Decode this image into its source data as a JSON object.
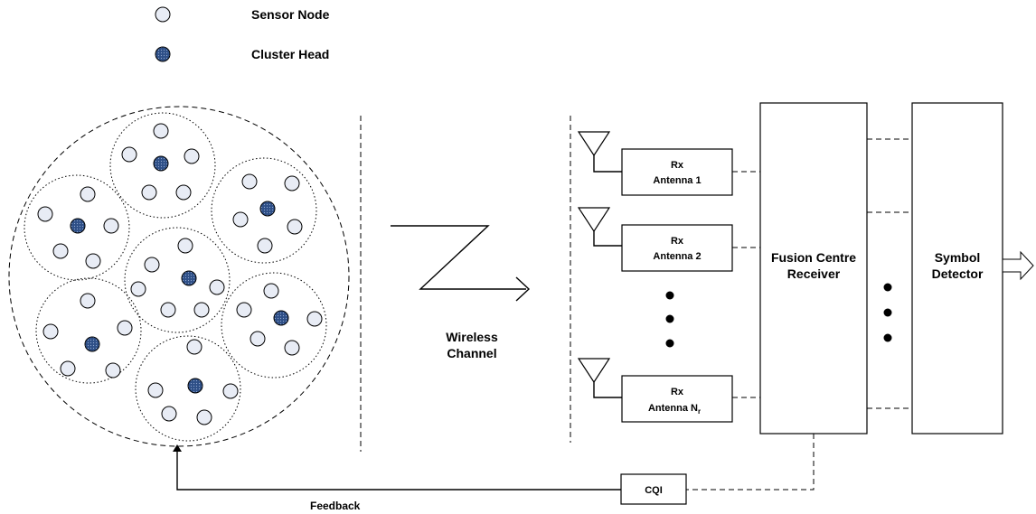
{
  "legend": {
    "sensor_label": "Sensor Node",
    "head_label": "Cluster Head"
  },
  "channel": {
    "line1": "Wireless",
    "line2": "Channel"
  },
  "receivers": [
    {
      "line1": "Rx",
      "line2": "Antenna 1"
    },
    {
      "line1": "Rx",
      "line2": "Antenna 2"
    },
    {
      "line1": "Rx",
      "line2": "Antenna N",
      "sub": "r"
    }
  ],
  "fusion": {
    "line1": "Fusion Centre",
    "line2": "Receiver"
  },
  "detector": {
    "line1": "Symbol",
    "line2": "Detector"
  },
  "cqi": "CQI",
  "feedback": "Feedback",
  "colors": {
    "sensor_fill": "#e8ecf5",
    "head_fill": "#2e4f87"
  }
}
